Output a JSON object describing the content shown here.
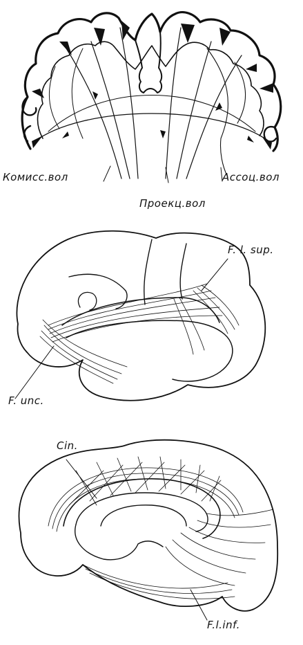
{
  "figure": {
    "panels": [
      {
        "id": "coronal-section",
        "labels": {
          "commissural": "Комисс.вол",
          "projection": "Проекц.вол",
          "association": "Ассоц.вол"
        }
      },
      {
        "id": "lateral-hemisphere",
        "labels": {
          "sup_longitudinal": "F. l. sup.",
          "uncinate": "F. unc."
        }
      },
      {
        "id": "medial-hemisphere",
        "labels": {
          "cingulum": "Cin.",
          "inf_longitudinal": "F.l.inf."
        }
      }
    ]
  }
}
